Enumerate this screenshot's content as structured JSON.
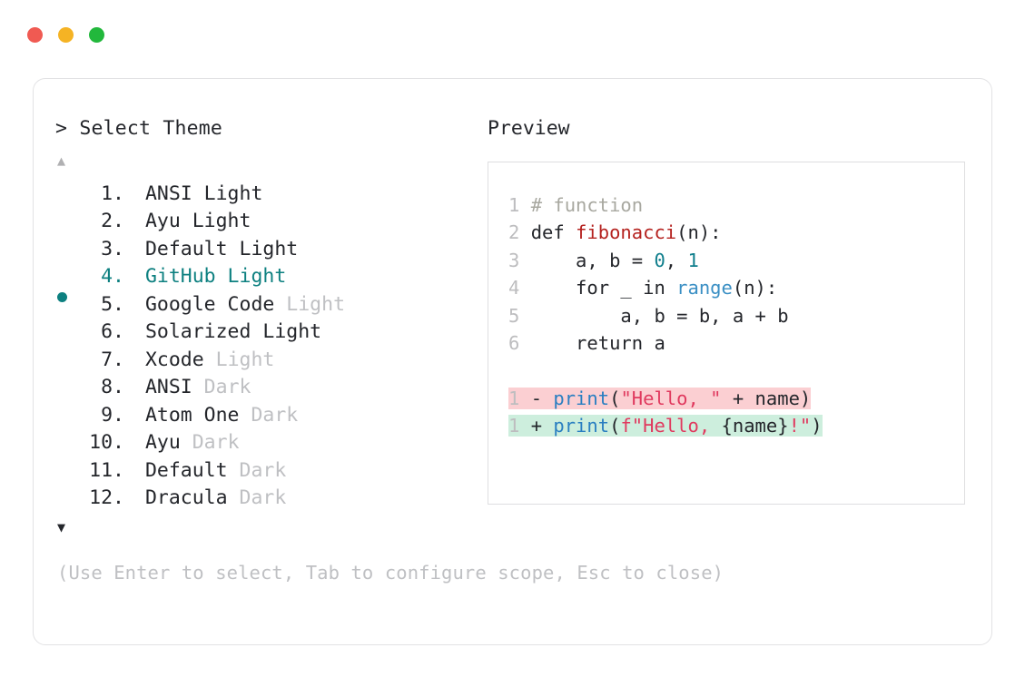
{
  "window": {
    "dots": [
      {
        "name": "close",
        "color": "#f05a52"
      },
      {
        "name": "minimize",
        "color": "#f5b324"
      },
      {
        "name": "maximize",
        "color": "#22b83c"
      }
    ]
  },
  "picker": {
    "prompt_caret": ">",
    "prompt_label": "Select Theme",
    "scroll_up_icon": "▲",
    "scroll_down_icon": "▼",
    "selected_index": 4,
    "selected_color": "#0d8080",
    "muted_color": "#bfc0c3",
    "items": [
      {
        "number": "1.",
        "name": "ANSI Light",
        "variant": "",
        "variant_muted": false,
        "selected": false
      },
      {
        "number": "2.",
        "name": "Ayu Light",
        "variant": "",
        "variant_muted": false,
        "selected": false
      },
      {
        "number": "3.",
        "name": "Default Light",
        "variant": "",
        "variant_muted": false,
        "selected": false
      },
      {
        "number": "4.",
        "name": "GitHub Light",
        "variant": "",
        "variant_muted": false,
        "selected": true
      },
      {
        "number": "5.",
        "name": "Google Code",
        "variant": "Light",
        "variant_muted": true,
        "selected": false
      },
      {
        "number": "6.",
        "name": "Solarized Light",
        "variant": "",
        "variant_muted": false,
        "selected": false
      },
      {
        "number": "7.",
        "name": "Xcode",
        "variant": "Light",
        "variant_muted": true,
        "selected": false
      },
      {
        "number": "8.",
        "name": "ANSI",
        "variant": "Dark",
        "variant_muted": true,
        "selected": false
      },
      {
        "number": "9.",
        "name": "Atom One",
        "variant": "Dark",
        "variant_muted": true,
        "selected": false
      },
      {
        "number": "10.",
        "name": "Ayu",
        "variant": "Dark",
        "variant_muted": true,
        "selected": false
      },
      {
        "number": "11.",
        "name": "Default",
        "variant": "Dark",
        "variant_muted": true,
        "selected": false
      },
      {
        "number": "12.",
        "name": "Dracula",
        "variant": "Dark",
        "variant_muted": true,
        "selected": false
      }
    ],
    "hint": "(Use Enter to select, Tab to configure scope, Esc to close)"
  },
  "preview": {
    "title": "Preview",
    "code_lines": [
      {
        "ln": "1",
        "tokens": [
          {
            "t": "# function",
            "c": "comment"
          }
        ]
      },
      {
        "ln": "2",
        "tokens": [
          {
            "t": "def ",
            "c": "kw"
          },
          {
            "t": "fibonacci",
            "c": "fn"
          },
          {
            "t": "(n):",
            "c": "plain"
          }
        ]
      },
      {
        "ln": "3",
        "tokens": [
          {
            "t": "    a, b = ",
            "c": "plain"
          },
          {
            "t": "0",
            "c": "num"
          },
          {
            "t": ", ",
            "c": "plain"
          },
          {
            "t": "1",
            "c": "num"
          }
        ]
      },
      {
        "ln": "4",
        "tokens": [
          {
            "t": "    for _ in ",
            "c": "plain"
          },
          {
            "t": "range",
            "c": "builtin"
          },
          {
            "t": "(n):",
            "c": "plain"
          }
        ]
      },
      {
        "ln": "5",
        "tokens": [
          {
            "t": "        a, b = b, a + b",
            "c": "plain"
          }
        ]
      },
      {
        "ln": "6",
        "tokens": [
          {
            "t": "    return a",
            "c": "plain"
          }
        ]
      }
    ],
    "diff_lines": [
      {
        "ln": "1",
        "kind": "del",
        "sign": "-",
        "bg": "#fbcfd2",
        "tokens": [
          {
            "t": "print",
            "c": "call"
          },
          {
            "t": "(",
            "c": "plain"
          },
          {
            "t": "\"Hello, \"",
            "c": "str"
          },
          {
            "t": " + name)",
            "c": "plain"
          }
        ]
      },
      {
        "ln": "1",
        "kind": "add",
        "sign": "+",
        "bg": "#cdeedd",
        "tokens": [
          {
            "t": "print",
            "c": "call"
          },
          {
            "t": "(",
            "c": "plain"
          },
          {
            "t": "f\"Hello, ",
            "c": "str"
          },
          {
            "t": "{name}",
            "c": "plain"
          },
          {
            "t": "!\"",
            "c": "str"
          },
          {
            "t": ")",
            "c": "plain"
          }
        ]
      }
    ]
  }
}
